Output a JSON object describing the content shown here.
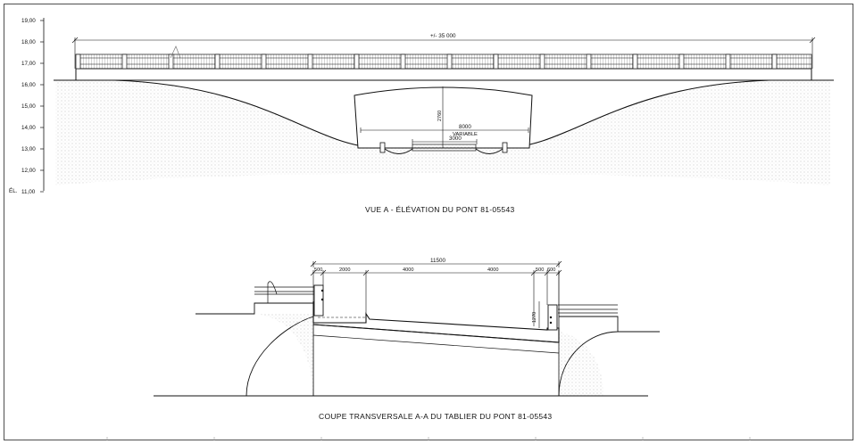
{
  "elevation_scale": {
    "prefix": "ÉL.",
    "ticks": [
      "19,00",
      "18,00",
      "17,00",
      "16,00",
      "15,00",
      "14,00",
      "13,00",
      "12,00",
      "11,00"
    ]
  },
  "view_a": {
    "title": "VUE A - ÉLÉVATION DU PONT 81-05543",
    "overall_length": "+/- 35 000",
    "culvert_height": "2760",
    "culvert_width": "8000",
    "variable_label": "VARIABLE",
    "channel_width": "3000"
  },
  "section_aa": {
    "title": "COUPE TRANSVERSALE A-A DU TABLIER DU PONT 81-05543",
    "total_width": "11500",
    "dimensions": [
      "500",
      "2000",
      "4000",
      "4000",
      "500",
      "600"
    ],
    "curb_height": "1270"
  },
  "colors": {
    "line": "#111111",
    "hatch": "#b0b0b0",
    "paper": "#ffffff"
  }
}
